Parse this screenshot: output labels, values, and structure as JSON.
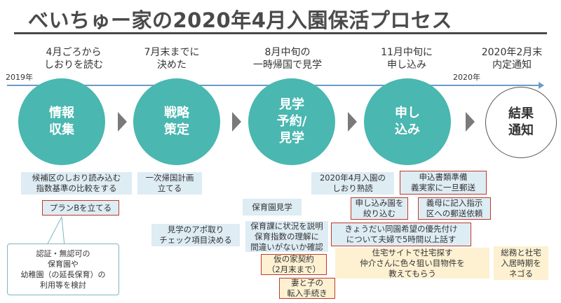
{
  "title": "べいちゅー家の2020年4月入園保活プロセス",
  "phases": [
    "4月ごろから\nしおりを読む",
    "7月末までに\n決めた",
    "8月中旬の\n一時帰国で見学",
    "11月中旬に\n申し込み",
    "2020年2月末\n内定通知"
  ],
  "timeline": {
    "start_label": "2019年",
    "mid_label": "2020年"
  },
  "steps": [
    "情報\n収集",
    "戦略\n策定",
    "見学\n予約/\n見学",
    "申し\n込み",
    "結果\n通知"
  ],
  "tasks": {
    "t1": "候補区のしおり読み込む\n指数基準の比較をする",
    "t2": "プランBを立てる",
    "t3": "認証・無認可の\n保育園や\n幼稚園（の延長保育）の\n利用等を検討",
    "t4": "一次帰国計画\n立てる",
    "t5": "見学のアポ取り\nチェック項目決める",
    "t6": "2020年4月入園の\nしおり熟読",
    "t7": "保育園見学",
    "t8": "保育課に状況を説明\n保育指数の理解に\n間違いがないか確認",
    "t9": "仮の家契約\n（2月末まで）",
    "t10": "妻と子の\n転入手続き",
    "t11": "申込書類準備\n義実家に一旦郵送",
    "t12": "申し込み園を\n絞り込む",
    "t13": "義母に記入指示\n区への郵送依頼",
    "t14": "きょうだい同園希望の優先付け\nについて夫婦で5時間以上話す",
    "t15": "住宅サイトで社宅探す\n仲介さんに色々狙い目物件を\n教えてもらう",
    "t16": "総務と社宅\n入居時期を\nネゴる"
  },
  "colors": {
    "circle": "#4ab7b0",
    "task_blue": "#deecf4",
    "task_yellow": "#fdf1d2",
    "highlight_border": "#c0392b",
    "timeline": "#6b9bc6"
  }
}
